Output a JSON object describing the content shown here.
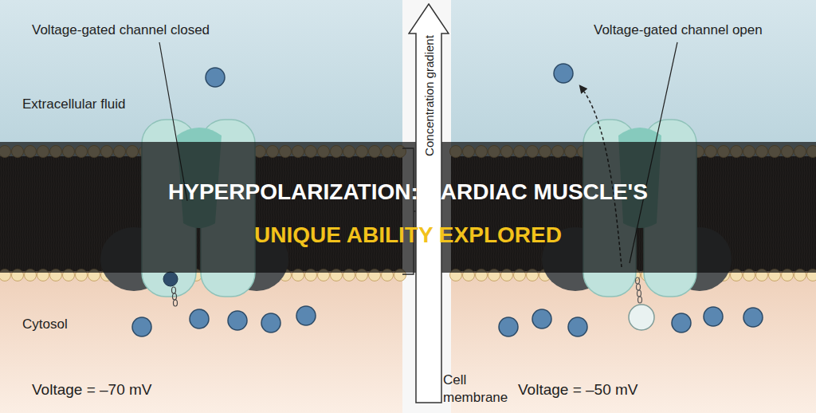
{
  "diagram": {
    "title": "HYPERPOLARIZATION: CARDIAC MUSCLE'S UNIQUE ABILITY EXPLORED",
    "nodes": [
      {
        "text": [
          "Concentration gradient"
        ]
      }
    ],
    "labels": [
      "Voltage-gated channel closed",
      "Voltage-gated channel open",
      "Extracellular fluid",
      "Cytosol",
      "Voltage = –70 mV",
      "Cell membrane",
      "Voltage = –50 mV"
    ]
  }
}
